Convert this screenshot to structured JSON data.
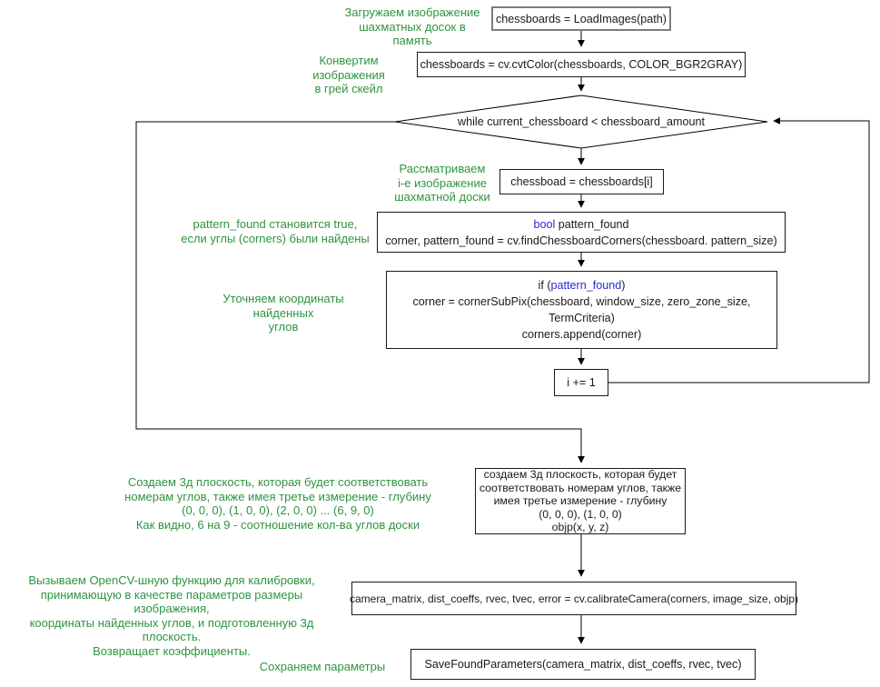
{
  "colors": {
    "green": "#2e9440",
    "blue": "#2b2bd6",
    "ink": "#1a1a1a"
  },
  "nodes": {
    "load_images": {
      "text": "chessboards = LoadImages(path)"
    },
    "cvtcolor": {
      "text": "chessboards = cv.cvtColor(chessboards, COLOR_BGR2GRAY)"
    },
    "while_loop": {
      "text": "while current_chessboard < chessboard_amount"
    },
    "select_image": {
      "text": "chessboad = chessboards[i]"
    },
    "find_corners": {
      "decl_keyword": "bool",
      "decl_rest": " pattern_found",
      "call": "corner, pattern_found = cv.findChessboardCorners(chessboard. pattern_size)"
    },
    "refine_corners": {
      "if_pre": "if (",
      "if_var": "pattern_found",
      "if_post": ")",
      "call": "corner = cornerSubPix(chessboard, window_size, zero_zone_size, TermCriteria)",
      "append": "corners.append(corner)"
    },
    "increment": {
      "text": "i += 1"
    },
    "create_plane": {
      "text": "создаем 3д плоскость, которая будет\nсоответствовать номерам углов, также\nимея третье измерение - глубину\n(0, 0, 0), (1, 0, 0)\nobjp(x, y, z)"
    },
    "calibrate": {
      "text": "camera_matrix, dist_coeffs, rvec, tvec, error = cv.calibrateCamera(corners, image_size, objp)"
    },
    "save_parameters": {
      "text": "SaveFoundParameters(camera_matrix, dist_coeffs, rvec, tvec)"
    }
  },
  "annotations": {
    "load": "Загружаем изображение\nшахматных досок в память",
    "convert": "Конвертим изображения\nв грей скейл",
    "iterate": "Рассматриваем\ni-е изображение\nшахматной доски",
    "pattern_found": "pattern_found становится true,\nесли углы (corners) были найдены",
    "refine": "Уточняем координаты найденных\nуглов",
    "create_plane": "Создаем 3д плоскость, которая будет соответствовать\nномерам углов, также имея третье измерение - глубину\n(0, 0, 0), (1, 0, 0), (2, 0, 0) ... (6, 9, 0)\nКак видно, 6 на 9 - соотношение кол-ва углов доски",
    "calibrate": "Вызываем OpenCV-шную функцию для калибровки,\nпринимающую в качестве параметров размеры изображения,\nкоординаты найденных углов, и подготовленную 3д плоскость.\nВозвращает коэффициенты.",
    "save": "Сохраняем параметры"
  }
}
